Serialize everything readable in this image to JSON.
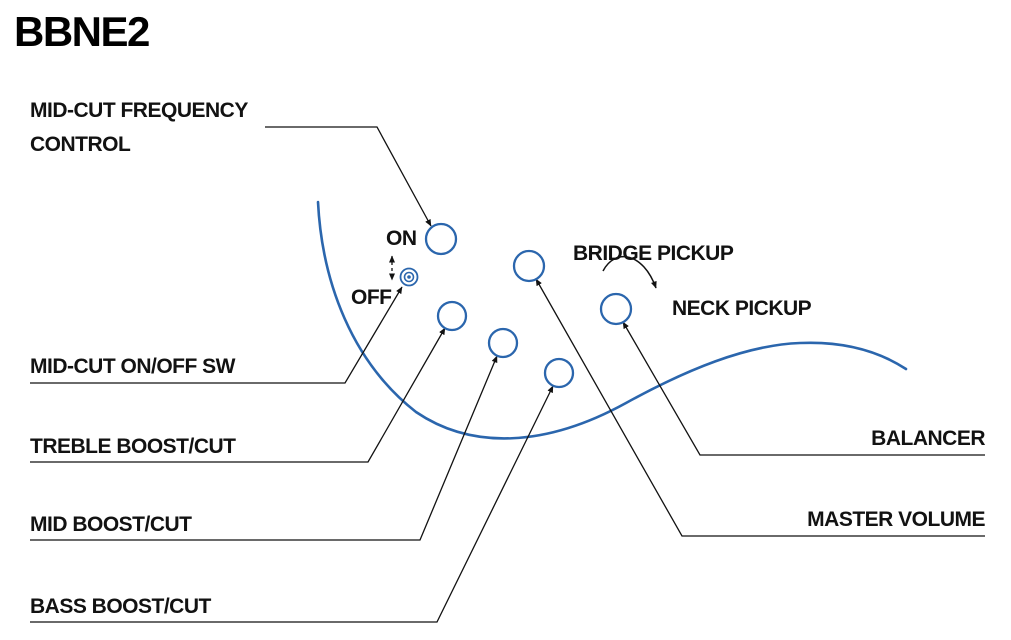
{
  "title": "BBNE2",
  "colors": {
    "outline_blue": "#2b66ad",
    "text": "#121212"
  },
  "labels": {
    "mid_cut_frequency": {
      "line1": "MID-CUT FREQUENCY",
      "line2": "CONTROL"
    },
    "on": "ON",
    "off": "OFF",
    "mid_cut_on_off_sw": "MID-CUT ON/OFF SW",
    "treble_boost_cut": "TREBLE BOOST/CUT",
    "mid_boost_cut": "MID BOOST/CUT",
    "bass_boost_cut": "BASS BOOST/CUT",
    "bridge_pickup": "BRIDGE PICKUP",
    "neck_pickup": "NECK PICKUP",
    "balancer": "BALANCER",
    "master_volume": "MASTER VOLUME"
  },
  "controls": [
    "mid-cut-frequency-control-knob",
    "mid-cut-on-off-switch",
    "treble-boost-cut-knob",
    "mid-boost-cut-knob",
    "bass-boost-cut-knob",
    "master-volume-knob",
    "balancer-knob"
  ]
}
